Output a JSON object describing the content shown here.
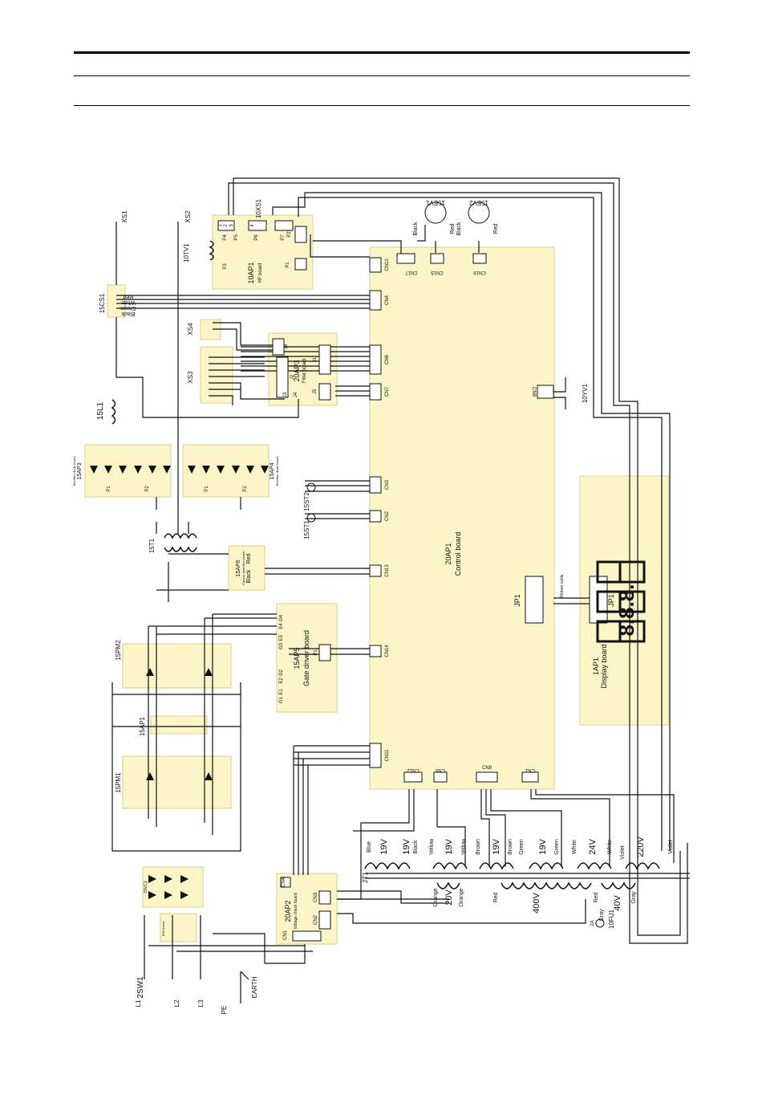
{
  "header": {
    "title": "",
    "subtitle": ""
  },
  "colors": {
    "board_fill": "#fbf5c7",
    "board_stroke": "#d9cf8f",
    "wire": "#111111"
  },
  "labels": {
    "cb_name": "20AP1",
    "cb_title": "Control board",
    "db_name": "1AP1",
    "db_title": "Display board",
    "db_conn": "JP1",
    "digits": "8.8.8.",
    "cb_conn": "JP1",
    "ribbon": "Ribbon cable",
    "hf_name": "10AP1",
    "hf_title": "HF board",
    "hf_p4": "P4",
    "hf_p3": "P3",
    "hf_p5": "P5",
    "hf_p6": "P6",
    "hf_p7": "P7",
    "hf_p1": "P1",
    "hf_p2": "P2",
    "ht1": "1",
    "ht2": "2",
    "ht3": "3",
    "ht4": "4",
    "xs1": "XS1",
    "xs2": "XS2",
    "xt1": "10XS1",
    "tv1": "10TV1",
    "cs1": "15CS1",
    "red": "Red",
    "white": "White",
    "green": "Green",
    "black": "Black",
    "ev1": "15EV1",
    "ev2": "15EV2",
    "cn17": "CN17",
    "cn15": "CN15",
    "cn16": "CN16",
    "cn10": "CN10",
    "cn4": "CN4",
    "cn6": "CN6",
    "cn7": "CN7",
    "cn9": "CN9",
    "cn3": "CN3",
    "cn2": "CN2",
    "cn13": "CN13",
    "cn14": "CN14",
    "cn11": "CN11",
    "cn12": "CN12",
    "cn5": "CN5",
    "cn8": "CN8",
    "cn1": "CN1",
    "yv1": "10YV1",
    "fb_name": "20AP3",
    "fb_title": "Filter board",
    "j1": "J1",
    "j2": "J2",
    "j3": "J3",
    "j4": "J4",
    "j5": "J5",
    "j8": "J8",
    "xs3": "XS3",
    "xs4": "XS4",
    "l1": "15L1",
    "ap3": "15AP3",
    "ap3_title": "Rectifier diode board",
    "ap4": "15AP4",
    "ap4_title": "Rectifier diode board",
    "rp1": "P1",
    "rp2": "P2",
    "st2": "15ST2",
    "st1": "15ST1",
    "t1": "15T1",
    "ap6": "15AP6",
    "ap6_title": "Current detection board",
    "ap5": "15AP5",
    "ap5_title": "Gate driver board",
    "gp1": "P1",
    "g1": "G1",
    "e1": "E1",
    "e2": "E2",
    "g2": "G2",
    "g3": "G3",
    "e3": "E3",
    "e4": "E4",
    "g4": "G4",
    "pm1": "15PM1",
    "pm2": "15PM2",
    "ap1": "15AP1",
    "vc1": "15VC1",
    "emc": "EMI board",
    "vb_name": "20AP2",
    "vb_title": "Voltage check board",
    "cn1v": "CN1",
    "cn2v": "CN2",
    "cn3v": "CN3",
    "cn4v": "CN4",
    "sw": "2SW1",
    "l1p": "L1",
    "l2p": "L2",
    "l3p": "L3",
    "pe": "PE",
    "earth": "EARTH",
    "t2": "2T1",
    "fu": "10FU1",
    "fu_rating": "2A",
    "v19a": "19V",
    "v19b": "19V",
    "v19c": "19V",
    "v19d": "19V",
    "v19e": "19V",
    "v24": "24V",
    "v220": "220V",
    "v20": "20V",
    "v400": "400V",
    "v40": "40V",
    "blue": "Blue",
    "yellow": "Yellow",
    "brown": "Brown",
    "violet": "Violet",
    "orange": "Orange",
    "gray": "Gray"
  }
}
